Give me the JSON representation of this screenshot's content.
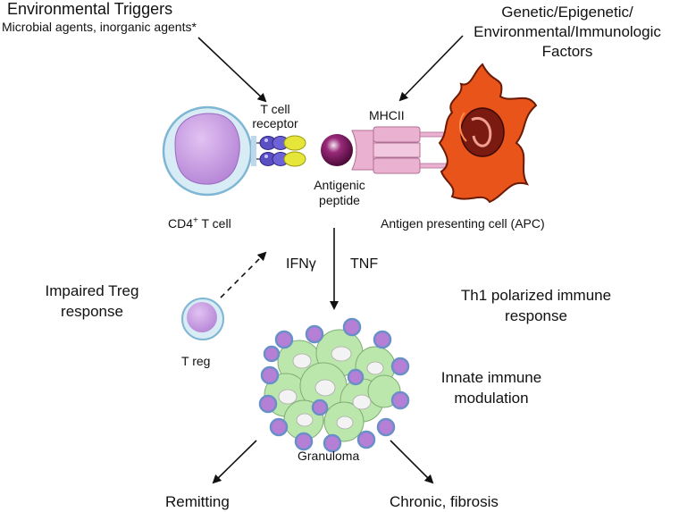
{
  "env_triggers": {
    "title": "Environmental Triggers",
    "subtitle": "Microbial agents, inorganic agents*"
  },
  "genetic_factors": {
    "line1": "Genetic/Epigenetic/",
    "line2": "Environmental/Immunologic",
    "line3": "Factors"
  },
  "tcr": {
    "line1": "T cell",
    "line2": "receptor"
  },
  "mhc": "MHCII",
  "antigenic_peptide": {
    "line1": "Antigenic",
    "line2": "peptide"
  },
  "cd4": {
    "prefix": "CD4",
    "sup": "+",
    "suffix": " T cell"
  },
  "apc": "Antigen presenting cell (APC)",
  "cytokines": {
    "ifn": "IFNγ",
    "tnf": "TNF"
  },
  "treg_impaired": {
    "line1": "Impaired Treg",
    "line2": "response"
  },
  "treg": "T reg",
  "th1": {
    "line1": "Th1 polarized immune",
    "line2": "response"
  },
  "innate": {
    "line1": "Innate immune",
    "line2": "modulation"
  },
  "granuloma": "Granuloma",
  "outcomes": {
    "remitting": "Remitting",
    "chronic": "Chronic, fibrosis"
  },
  "colors": {
    "cell_body": "#c99be0",
    "cell_membrane": "#d8ecf5",
    "tcr_blue": "#5b4fc4",
    "tcr_yellow": "#e6e63a",
    "peptide": "#6a1650",
    "mhc_pink": "#eab1d0",
    "apc_orange": "#e8541a",
    "granuloma_green": "#b9e6a8"
  }
}
